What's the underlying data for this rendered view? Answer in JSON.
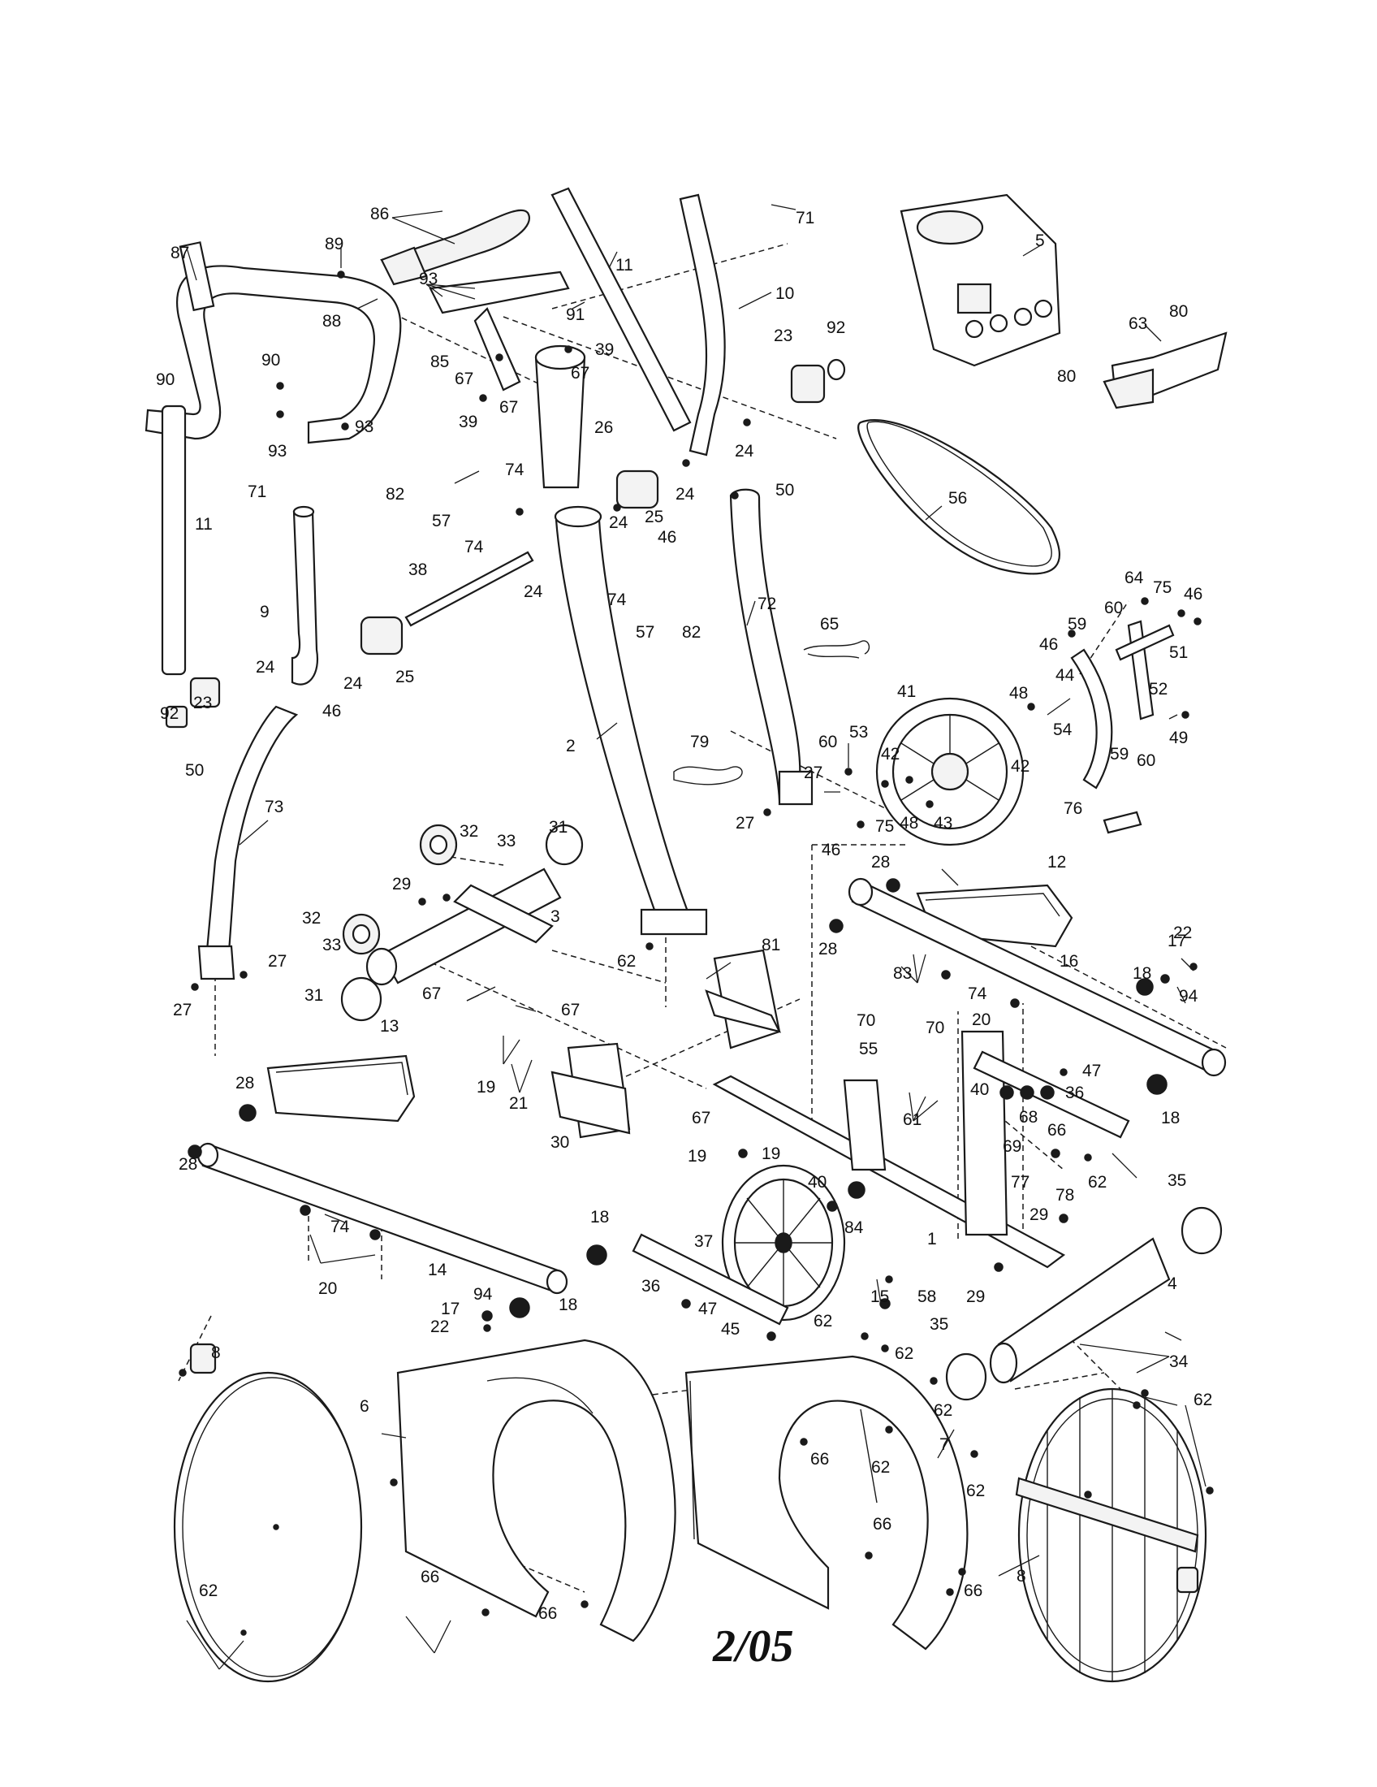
{
  "diagram": {
    "footer_text": "2/05",
    "callouts": [
      {
        "id": "c86",
        "label": "86"
      },
      {
        "id": "c87",
        "label": "87"
      },
      {
        "id": "c89",
        "label": "89"
      },
      {
        "id": "c88",
        "label": "88"
      },
      {
        "id": "c93a",
        "label": "93"
      },
      {
        "id": "c91",
        "label": "91"
      },
      {
        "id": "c11a",
        "label": "11"
      },
      {
        "id": "c10",
        "label": "10"
      },
      {
        "id": "c71a",
        "label": "71"
      },
      {
        "id": "c5",
        "label": "5"
      },
      {
        "id": "c80a",
        "label": "80"
      },
      {
        "id": "c63",
        "label": "63"
      },
      {
        "id": "c80b",
        "label": "80"
      },
      {
        "id": "c23a",
        "label": "23"
      },
      {
        "id": "c92a",
        "label": "92"
      },
      {
        "id": "c39a",
        "label": "39"
      },
      {
        "id": "c85",
        "label": "85"
      },
      {
        "id": "c67a",
        "label": "67"
      },
      {
        "id": "c67b",
        "label": "67"
      },
      {
        "id": "c90a",
        "label": "90"
      },
      {
        "id": "c90b",
        "label": "90"
      },
      {
        "id": "c93b",
        "label": "93"
      },
      {
        "id": "c93c",
        "label": "93"
      },
      {
        "id": "c39b",
        "label": "39"
      },
      {
        "id": "c67c",
        "label": "67"
      },
      {
        "id": "c26",
        "label": "26"
      },
      {
        "id": "c24a",
        "label": "24"
      },
      {
        "id": "c71b",
        "label": "71"
      },
      {
        "id": "c82a",
        "label": "82"
      },
      {
        "id": "c74a",
        "label": "74"
      },
      {
        "id": "c57a",
        "label": "57"
      },
      {
        "id": "c74b",
        "label": "74"
      },
      {
        "id": "c24b",
        "label": "24"
      },
      {
        "id": "c25a",
        "label": "25"
      },
      {
        "id": "c24c",
        "label": "24"
      },
      {
        "id": "c50a",
        "label": "50"
      },
      {
        "id": "c46a",
        "label": "46"
      },
      {
        "id": "c56",
        "label": "56"
      },
      {
        "id": "c11b",
        "label": "11"
      },
      {
        "id": "c24d",
        "label": "24"
      },
      {
        "id": "c38",
        "label": "38"
      },
      {
        "id": "c74c",
        "label": "74"
      },
      {
        "id": "c57b",
        "label": "57"
      },
      {
        "id": "c82b",
        "label": "82"
      },
      {
        "id": "c72",
        "label": "72"
      },
      {
        "id": "c9",
        "label": "9"
      },
      {
        "id": "c64",
        "label": "64"
      },
      {
        "id": "c75a",
        "label": "75"
      },
      {
        "id": "c46b",
        "label": "46"
      },
      {
        "id": "c60a",
        "label": "60"
      },
      {
        "id": "c59a",
        "label": "59"
      },
      {
        "id": "c65",
        "label": "65"
      },
      {
        "id": "c46c",
        "label": "46"
      },
      {
        "id": "c51",
        "label": "51"
      },
      {
        "id": "c24e",
        "label": "24"
      },
      {
        "id": "c24f",
        "label": "24"
      },
      {
        "id": "c25b",
        "label": "25"
      },
      {
        "id": "c44",
        "label": "44"
      },
      {
        "id": "c48a",
        "label": "48"
      },
      {
        "id": "c52",
        "label": "52"
      },
      {
        "id": "c92b",
        "label": "92"
      },
      {
        "id": "c23b",
        "label": "23"
      },
      {
        "id": "c46d",
        "label": "46"
      },
      {
        "id": "c41",
        "label": "41"
      },
      {
        "id": "c54",
        "label": "54"
      },
      {
        "id": "c49",
        "label": "49"
      },
      {
        "id": "c2",
        "label": "2"
      },
      {
        "id": "c79",
        "label": "79"
      },
      {
        "id": "c53",
        "label": "53"
      },
      {
        "id": "c50b",
        "label": "50"
      },
      {
        "id": "c60b",
        "label": "60"
      },
      {
        "id": "c42a",
        "label": "42"
      },
      {
        "id": "c59b",
        "label": "59"
      },
      {
        "id": "c60c",
        "label": "60"
      },
      {
        "id": "c42b",
        "label": "42"
      },
      {
        "id": "c73",
        "label": "73"
      },
      {
        "id": "c27a",
        "label": "27"
      },
      {
        "id": "c76",
        "label": "76"
      },
      {
        "id": "c27b",
        "label": "27"
      },
      {
        "id": "c75b",
        "label": "75"
      },
      {
        "id": "c48b",
        "label": "48"
      },
      {
        "id": "c43",
        "label": "43"
      },
      {
        "id": "c32a",
        "label": "32"
      },
      {
        "id": "c31a",
        "label": "31"
      },
      {
        "id": "c33a",
        "label": "33"
      },
      {
        "id": "c46e",
        "label": "46"
      },
      {
        "id": "c29a",
        "label": "29"
      },
      {
        "id": "c12",
        "label": "12"
      },
      {
        "id": "c28a",
        "label": "28"
      },
      {
        "id": "c3",
        "label": "3"
      },
      {
        "id": "c32b",
        "label": "32"
      },
      {
        "id": "c33b",
        "label": "33"
      },
      {
        "id": "c28b",
        "label": "28"
      },
      {
        "id": "c27c",
        "label": "27"
      },
      {
        "id": "c62a",
        "label": "62"
      },
      {
        "id": "c81",
        "label": "81"
      },
      {
        "id": "c17a",
        "label": "17"
      },
      {
        "id": "c22a",
        "label": "22"
      },
      {
        "id": "c16",
        "label": "16"
      },
      {
        "id": "c31b",
        "label": "31"
      },
      {
        "id": "c83",
        "label": "83"
      },
      {
        "id": "c18a",
        "label": "18"
      },
      {
        "id": "c74d",
        "label": "74"
      },
      {
        "id": "c94a",
        "label": "94"
      },
      {
        "id": "c27d",
        "label": "27"
      },
      {
        "id": "c67d",
        "label": "67"
      },
      {
        "id": "c67e",
        "label": "67"
      },
      {
        "id": "c70a",
        "label": "70"
      },
      {
        "id": "c70b",
        "label": "70"
      },
      {
        "id": "c20a",
        "label": "20"
      },
      {
        "id": "c13",
        "label": "13"
      },
      {
        "id": "c55",
        "label": "55"
      },
      {
        "id": "c47a",
        "label": "47"
      },
      {
        "id": "c19a",
        "label": "19"
      },
      {
        "id": "c21",
        "label": "21"
      },
      {
        "id": "c40a",
        "label": "40"
      },
      {
        "id": "c36a",
        "label": "36"
      },
      {
        "id": "c28c",
        "label": "28"
      },
      {
        "id": "c61",
        "label": "61"
      },
      {
        "id": "c68",
        "label": "68"
      },
      {
        "id": "c18b",
        "label": "18"
      },
      {
        "id": "c66a",
        "label": "66"
      },
      {
        "id": "c30",
        "label": "30"
      },
      {
        "id": "c67f",
        "label": "67"
      },
      {
        "id": "c28d",
        "label": "28"
      },
      {
        "id": "c19b",
        "label": "19"
      },
      {
        "id": "c19c",
        "label": "19"
      },
      {
        "id": "c69",
        "label": "69"
      },
      {
        "id": "c62b",
        "label": "62"
      },
      {
        "id": "c77",
        "label": "77"
      },
      {
        "id": "c78",
        "label": "78"
      },
      {
        "id": "c35a",
        "label": "35"
      },
      {
        "id": "c40b",
        "label": "40"
      },
      {
        "id": "c29b",
        "label": "29"
      },
      {
        "id": "c84",
        "label": "84"
      },
      {
        "id": "c1",
        "label": "1"
      },
      {
        "id": "c74e",
        "label": "74"
      },
      {
        "id": "c18c",
        "label": "18"
      },
      {
        "id": "c37",
        "label": "37"
      },
      {
        "id": "c14",
        "label": "14"
      },
      {
        "id": "c36b",
        "label": "36"
      },
      {
        "id": "c4",
        "label": "4"
      },
      {
        "id": "c20b",
        "label": "20"
      },
      {
        "id": "c94b",
        "label": "94"
      },
      {
        "id": "c15",
        "label": "15"
      },
      {
        "id": "c58",
        "label": "58"
      },
      {
        "id": "c29c",
        "label": "29"
      },
      {
        "id": "c17b",
        "label": "17"
      },
      {
        "id": "c18d",
        "label": "18"
      },
      {
        "id": "c47b",
        "label": "47"
      },
      {
        "id": "c22b",
        "label": "22"
      },
      {
        "id": "c45",
        "label": "45"
      },
      {
        "id": "c62c",
        "label": "62"
      },
      {
        "id": "c35b",
        "label": "35"
      },
      {
        "id": "c8a",
        "label": "8"
      },
      {
        "id": "c62d",
        "label": "62"
      },
      {
        "id": "c34",
        "label": "34"
      },
      {
        "id": "c6",
        "label": "6"
      },
      {
        "id": "c62e",
        "label": "62"
      },
      {
        "id": "c62f",
        "label": "62"
      },
      {
        "id": "c7",
        "label": "7"
      },
      {
        "id": "c66b",
        "label": "66"
      },
      {
        "id": "c62g",
        "label": "62"
      },
      {
        "id": "c62h",
        "label": "62"
      },
      {
        "id": "c66c",
        "label": "66"
      },
      {
        "id": "c8b",
        "label": "8"
      },
      {
        "id": "c62i",
        "label": "62"
      },
      {
        "id": "c66d",
        "label": "66"
      },
      {
        "id": "c66e",
        "label": "66"
      },
      {
        "id": "c66f",
        "label": "66"
      }
    ]
  }
}
